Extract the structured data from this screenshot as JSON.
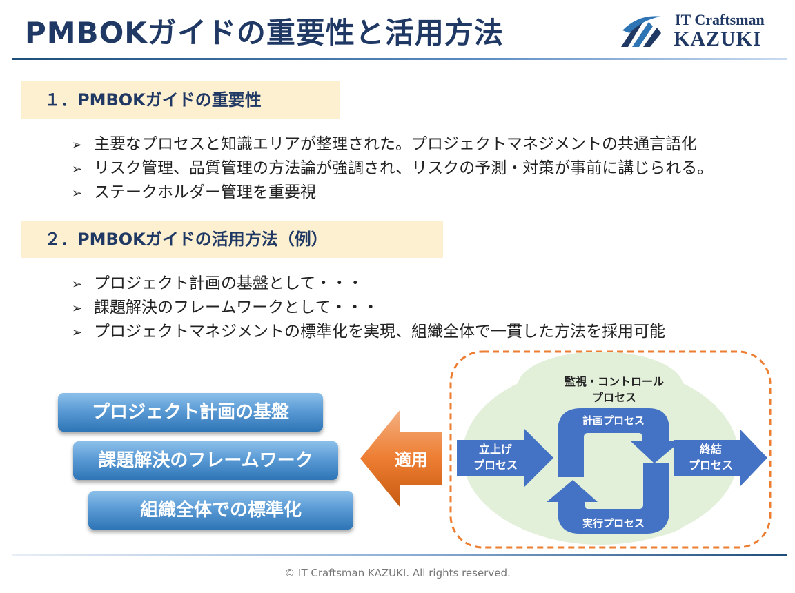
{
  "header": {
    "title": "PMBOKガイドの重要性と活用方法",
    "logo_line1": "IT Craftsman",
    "logo_line2": "KAZUKI"
  },
  "section1": {
    "heading": "１．PMBOKガイドの重要性",
    "bullets": [
      "主要なプロセスと知識エリアが整理された。プロジェクトマネジメントの共通言語化",
      "リスク管理、品質管理の方法論が強調され、リスクの予測・対策が事前に講じられる。",
      "ステークホルダー管理を重要視"
    ]
  },
  "section2": {
    "heading": "２．PMBOKガイドの活用方法（例）",
    "bullets": [
      "プロジェクト計画の基盤として・・・",
      "課題解決のフレームワークとして・・・",
      "プロジェクトマネジメントの標準化を実現、組織全体で一貫した方法を採用可能"
    ]
  },
  "pills": [
    "プロジェクト計画の基盤",
    "課題解決のフレームワーク",
    "組織全体での標準化"
  ],
  "diagram": {
    "apply_label": "適用",
    "monitor_line1": "監視・コントロール",
    "monitor_line2": "プロセス",
    "start_line1": "立上げ",
    "start_line2": "プロセス",
    "plan_label": "計画プロセス",
    "exec_label": "実行プロセス",
    "end_line1": "終結",
    "end_line2": "プロセス"
  },
  "footer": "© IT Craftsman KAZUKI. All rights reserved.",
  "colors": {
    "title": "#1f3864",
    "section_bg": "#fdf0d1",
    "pill_blue": "#2e75b6",
    "apply_orange": "#ed7d31",
    "process_blue": "#4472c4",
    "cloud_green": "#e2efd9",
    "dash_orange": "#ed7d31"
  }
}
